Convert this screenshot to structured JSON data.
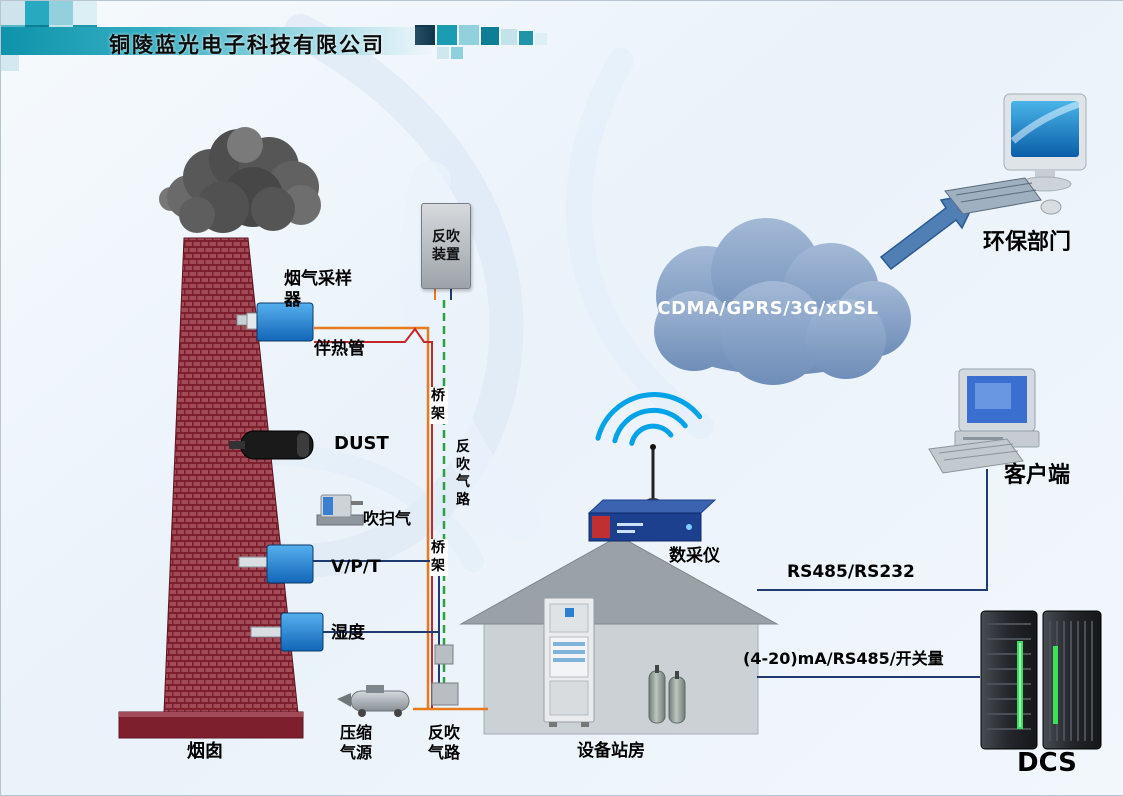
{
  "header": {
    "title": "铜陵蓝光电子科技有限公司"
  },
  "stack": {
    "label": "烟囱"
  },
  "devices": {
    "sampler": "烟气采样器",
    "heat_trace": "伴热管",
    "backflush_unit": "反吹装置",
    "bridge_top": "桥架",
    "backflush_line_vertical": "反吹气路",
    "dust": "DUST",
    "purge_gas": "吹扫气",
    "vpt": "V/P/T",
    "humidity": "湿度",
    "bridge_bottom": "桥架",
    "compressed_air": "压缩气源",
    "backflush_line_bottom": "反吹气路",
    "station": "设备站房",
    "daq": "数采仪"
  },
  "network": {
    "cloud": "CDMA/GPRS/3G/xDSL",
    "epa": "环保部门",
    "client": "客户端",
    "rs_link": "RS485/RS232",
    "dcs_link": "(4-20)mA/RS485/开关量",
    "dcs": "DCS"
  },
  "colors": {
    "header_teal": "#149cb2",
    "chimney_red": "#7e1f2e",
    "sensor_blue": "#2a86d8",
    "cloud_blue": "#7b97c2",
    "wifi_blue": "#00a2e8",
    "line_orange": "#e87a1e",
    "line_red": "#c62828",
    "line_navy": "#1f3a6e",
    "line_green": "#2ea043",
    "led_green": "#39e258"
  }
}
